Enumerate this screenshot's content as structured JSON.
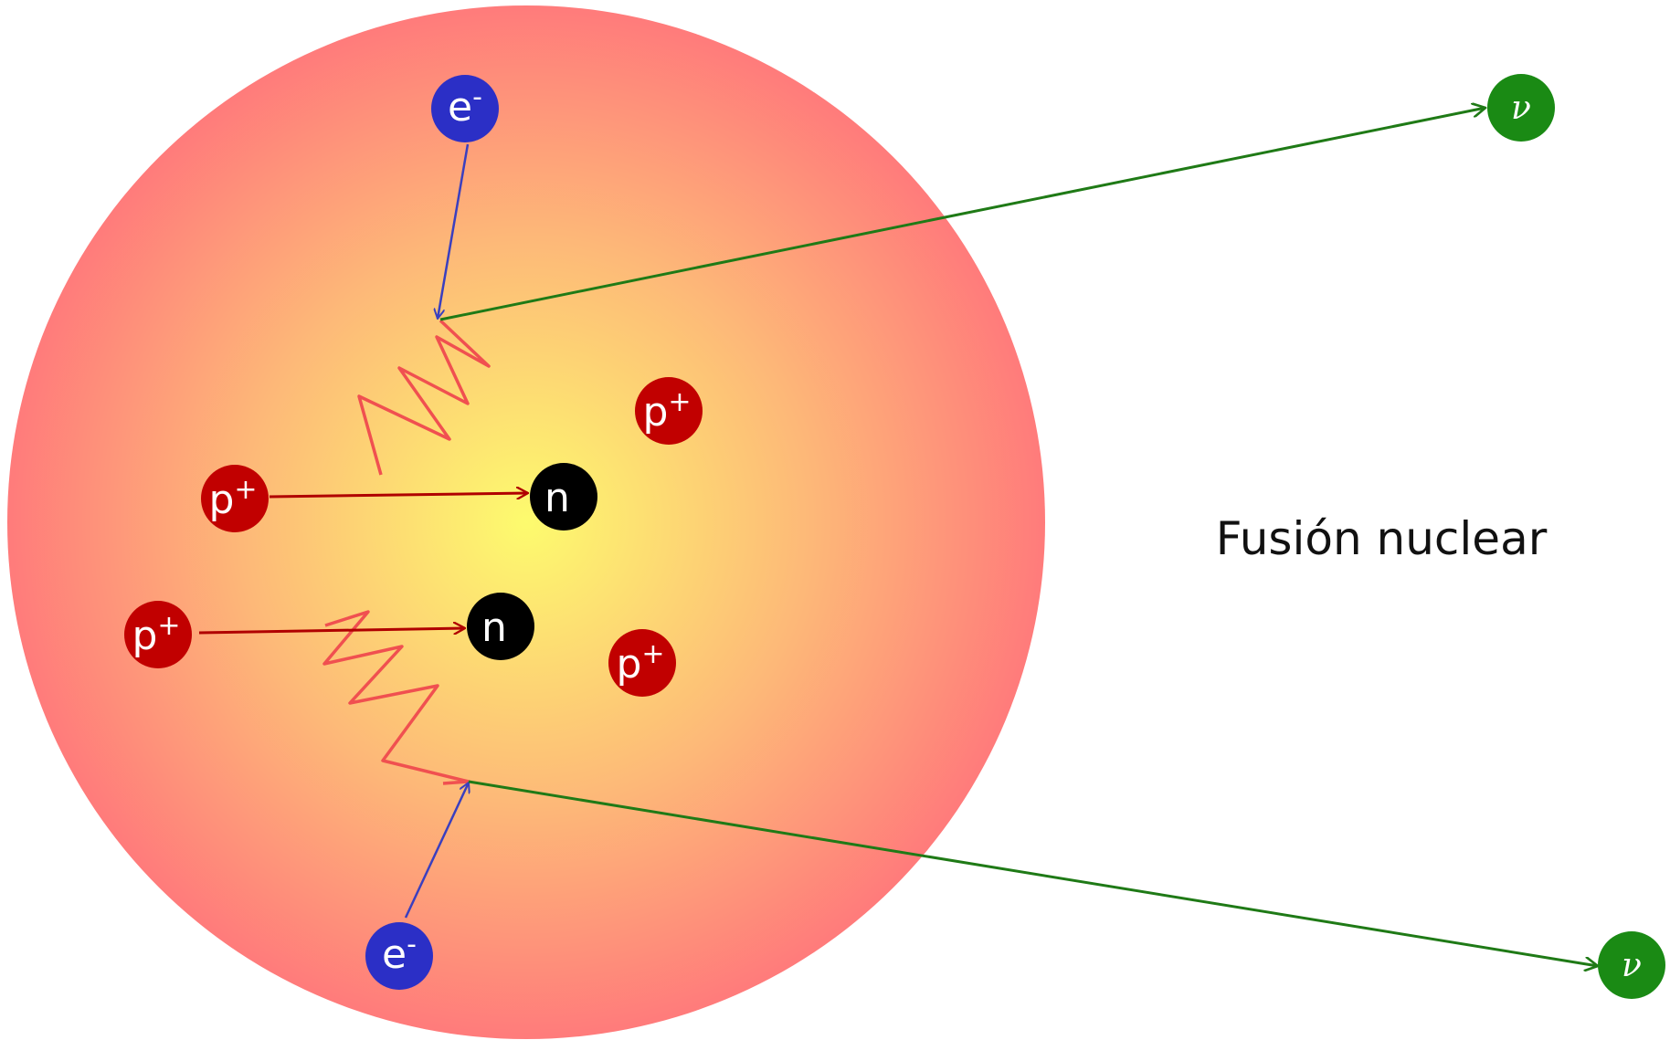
{
  "title": "Fusión nuclear",
  "labels": {
    "electron": "e",
    "electron_charge": "-",
    "proton": "p",
    "proton_charge": "+",
    "neutron": "n",
    "neutrino": "ν"
  },
  "colors": {
    "nucleus_center": "#fdfb6e",
    "nucleus_edge": "#ff7b7b",
    "electron": "#2b2fc6",
    "proton": "#c10000",
    "neutron": "#000000",
    "neutrino": "#1a8a14",
    "electron_arrow": "#3a3fbf",
    "proton_arrow": "#b00000",
    "neutrino_arrow": "#1f7a16",
    "wave": "#f05050"
  }
}
